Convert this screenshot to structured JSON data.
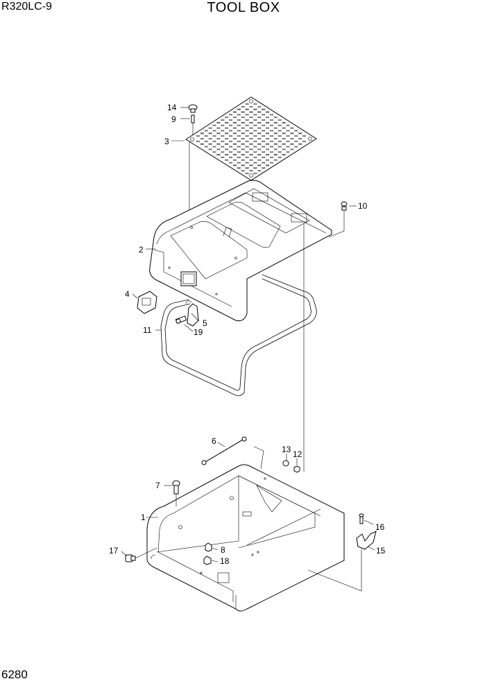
{
  "header": {
    "model": "R320LC-9",
    "title": "TOOL BOX"
  },
  "footer": {
    "page_number": "6280"
  },
  "callouts": [
    "1",
    "2",
    "3",
    "4",
    "5",
    "6",
    "7",
    "8",
    "9",
    "10",
    "11",
    "12",
    "13",
    "14",
    "15",
    "16",
    "17",
    "18",
    "19"
  ]
}
